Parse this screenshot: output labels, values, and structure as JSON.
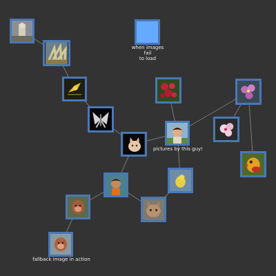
{
  "graph": {
    "nodes": [
      {
        "id": "statue",
        "icon": "statue-photo-icon"
      },
      {
        "id": "plant",
        "icon": "dry-plant-photo-icon"
      },
      {
        "id": "bird",
        "icon": "bird-photo-icon"
      },
      {
        "id": "butterfly",
        "icon": "butterfly-photo-icon"
      },
      {
        "id": "kitten",
        "icon": "kitten-photo-icon"
      },
      {
        "id": "berries",
        "icon": "berries-photo-icon"
      },
      {
        "id": "guy",
        "icon": "guy-portrait-photo-icon"
      },
      {
        "id": "orchid",
        "icon": "orchid-photo-icon"
      },
      {
        "id": "flowers",
        "icon": "pink-flowers-photo-icon"
      },
      {
        "id": "parrot",
        "icon": "parrot-photo-icon"
      },
      {
        "id": "child",
        "icon": "child-photo-icon"
      },
      {
        "id": "bird2",
        "icon": "bird-photo-icon"
      },
      {
        "id": "cat",
        "icon": "cat-photo-icon"
      },
      {
        "id": "monkey",
        "icon": "monkey-photo-icon"
      },
      {
        "id": "monkey2",
        "icon": "monkey-photo-icon"
      },
      {
        "id": "placeholder",
        "icon": "missing-image-icon"
      }
    ],
    "edges": [
      [
        "statue",
        "plant"
      ],
      [
        "plant",
        "bird"
      ],
      [
        "bird",
        "butterfly"
      ],
      [
        "butterfly",
        "kitten"
      ],
      [
        "kitten",
        "guy"
      ],
      [
        "guy",
        "berries"
      ],
      [
        "guy",
        "orchid"
      ],
      [
        "orchid",
        "flowers"
      ],
      [
        "orchid",
        "parrot"
      ],
      [
        "kitten",
        "child"
      ],
      [
        "guy",
        "bird2"
      ],
      [
        "bird2",
        "cat"
      ],
      [
        "child",
        "cat"
      ],
      [
        "child",
        "monkey"
      ],
      [
        "monkey",
        "monkey2"
      ]
    ]
  },
  "labels": {
    "placeholder": "when images\nfail\nto load",
    "guy": "pictures by this guy!",
    "fallback": "fallback image in action"
  },
  "colors": {
    "background": "#333333",
    "node_border": "#4a78b5",
    "edge": "#7a7a7a",
    "placeholder_fill": "#66aaff"
  }
}
